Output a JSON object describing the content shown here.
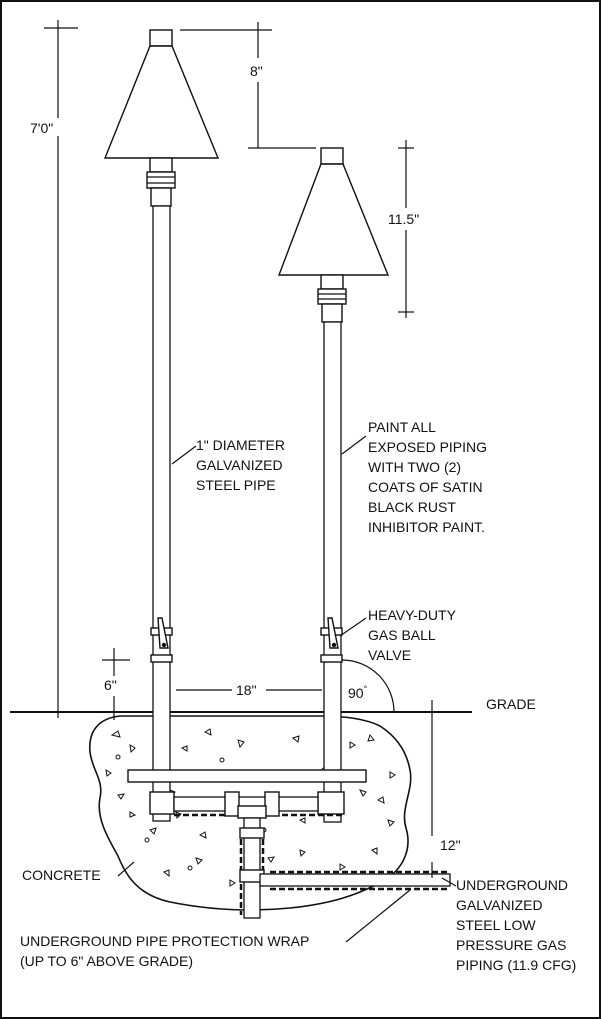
{
  "dimensions": {
    "total_height": "7'0\"",
    "cone_offset": "8\"",
    "cone_height": "11.5\"",
    "below_valve": "6\"",
    "spacing": "18\"",
    "angle": "90",
    "burial_depth": "12\""
  },
  "labels": {
    "pipe": [
      "1\" DIAMETER",
      "GALVANIZED",
      "STEEL PIPE"
    ],
    "paint": [
      "PAINT ALL",
      "EXPOSED PIPING",
      "WITH TWO (2)",
      "COATS OF SATIN",
      "BLACK RUST",
      "INHIBITOR PAINT."
    ],
    "valve": [
      "HEAVY-DUTY",
      "GAS  BALL",
      "VALVE"
    ],
    "grade": "GRADE",
    "concrete": "CONCRETE",
    "gas_piping": [
      "UNDERGROUND",
      "GALVANIZED",
      "STEEL LOW",
      "PRESSURE GAS",
      "PIPING (11.9 CFG)"
    ],
    "wrap": [
      "UNDERGROUND PIPE PROTECTION WRAP",
      "(UP TO 6\" ABOVE GRADE)"
    ]
  }
}
